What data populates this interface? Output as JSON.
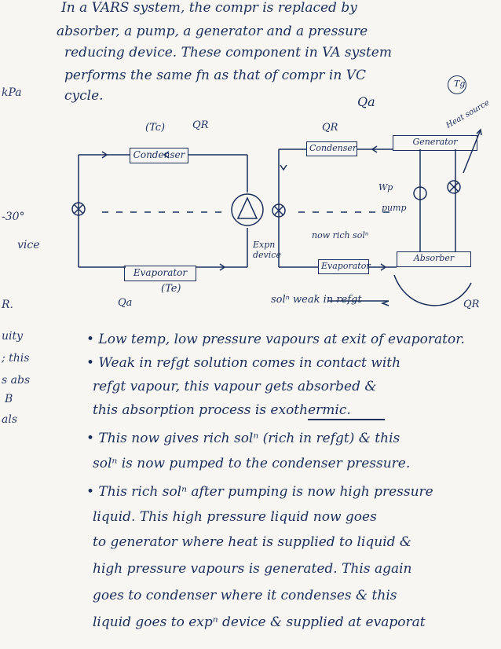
{
  "intro": {
    "line1": "In a VARS system, the compr is replaced by",
    "line2": "absorber, a pump, a generator and a pressure",
    "line3": "reducing device. These component in VA system",
    "line4": "performs the same fn as that of compr in VC",
    "line5": "cycle."
  },
  "margin_notes": [
    "kPa",
    "-30°",
    "vice",
    "R.",
    "uity",
    "; this",
    "s abs",
    "B",
    "als"
  ],
  "diagram_left": {
    "tc_label": "(Tc)",
    "qr_label": "QR",
    "condenser": "Condenser",
    "evaporator": "Evaporator",
    "te_label": "(Te)",
    "qa_label": "Qa",
    "exp_device": "Expn device"
  },
  "diagram_right": {
    "qr_label": "QR",
    "qa_label": "Qa",
    "condenser": "Condenser",
    "generator": "Generator",
    "tg_label": "Tg",
    "heat_label": "Heat source",
    "evaporator": "Evaporator",
    "absorber": "Absorber",
    "wp_label": "Wp",
    "pump_label": "pump",
    "rich_label": "now rich solⁿ",
    "weak_label": "solⁿ weak in refgt",
    "qr_bottom": "QR"
  },
  "bullets": [
    "• Low temp, low pressure vapours at exit of evaporator.",
    "• Weak in refgt solution comes in contact with",
    "refgt vapour, this vapour gets absorbed &",
    "this absorption process is exothermic.",
    "• This now gives rich solⁿ (rich in refgt) & this",
    "solⁿ is now pumped to the condenser pressure.",
    "• This rich solⁿ after pumping is now high pressure",
    "liquid. This high pressure liquid now goes",
    "to generator where heat is supplied to liquid &",
    "high pressure vapours is generated. This again",
    "goes to condenser where it condenses & this",
    "liquid goes to expⁿ device & supplied at evaporat"
  ],
  "underline_word": "exothermic"
}
